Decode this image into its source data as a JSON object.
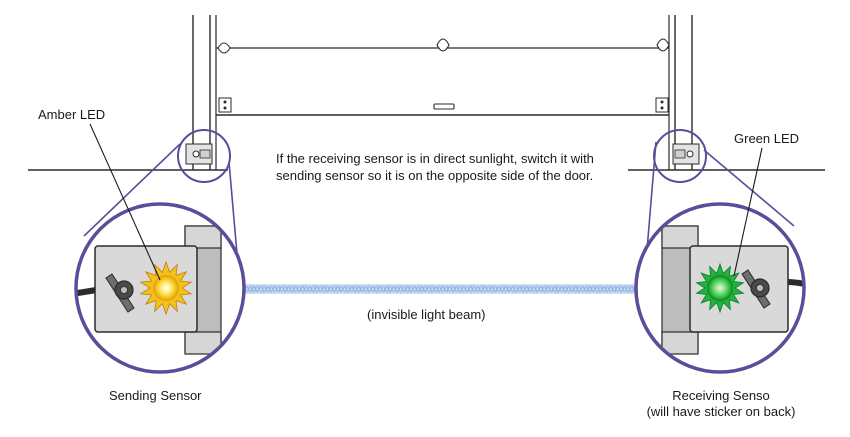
{
  "labels": {
    "amber_led": "Amber LED",
    "green_led": "Green LED",
    "note_line1": "If the receiving sensor is in direct sunlight, switch it with",
    "note_line2": "sending sensor so it is on the opposite side of the door.",
    "beam": "(invisible light beam)",
    "sending_sensor": "Sending Sensor",
    "receiving_sensor_line1": "Receiving Senso",
    "receiving_sensor_line2": "(will have sticker on back)"
  },
  "colors": {
    "outline": "#2b2b2b",
    "callout_circle": "#5a4d9a",
    "beam": "#a9c6ea",
    "amber_led": "#f2c21a",
    "amber_glow": "#fff27a",
    "green_led": "#22b33a",
    "green_glow": "#7fe07a",
    "sensor_body": "#d9d9d9",
    "bracket": "#bdbdbd"
  },
  "icons": {
    "sending": "sensor-with-amber-led-icon",
    "receiving": "sensor-with-green-led-icon"
  }
}
